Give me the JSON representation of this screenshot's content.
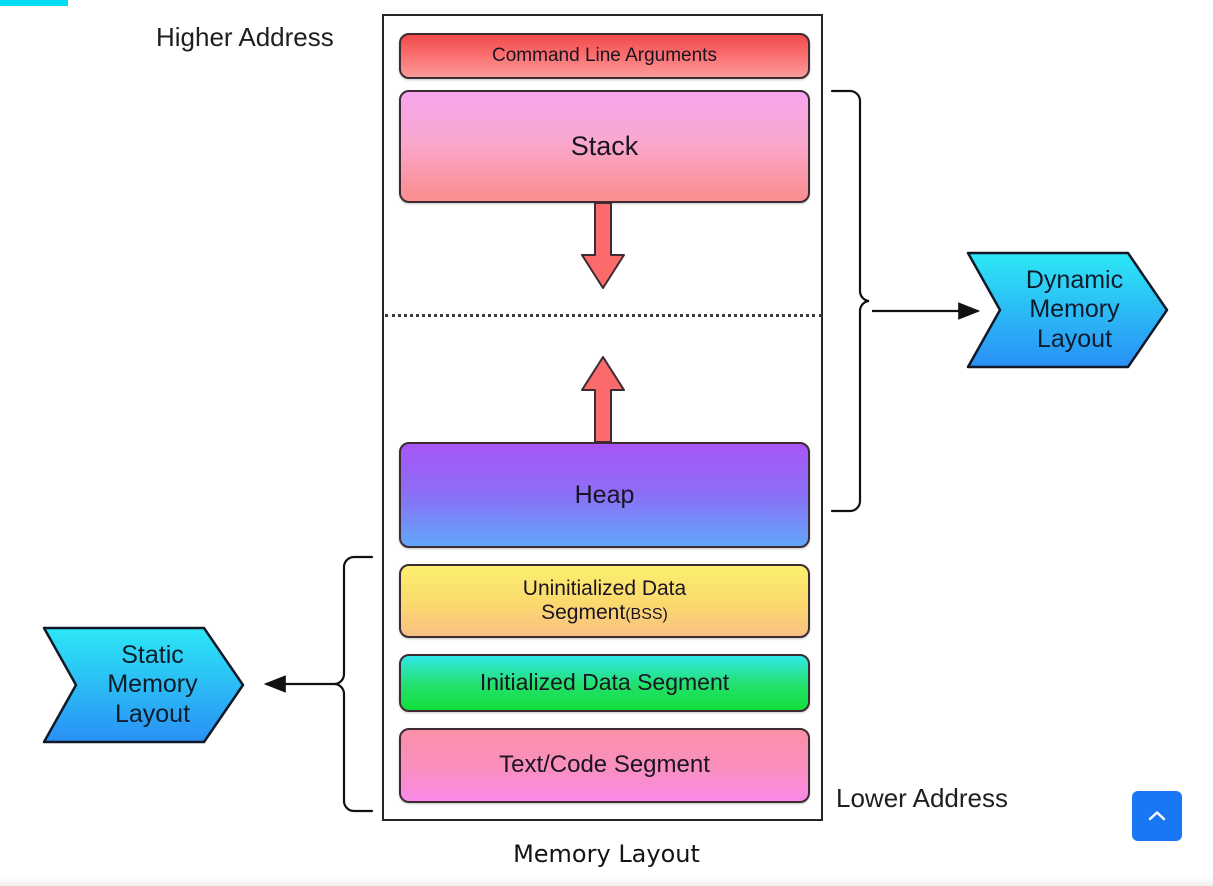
{
  "diagram": {
    "caption": "Memory Layout",
    "higher_address_label": "Higher Address",
    "lower_address_label": "Lower Address",
    "segments": [
      {
        "id": "cmdline",
        "label": "Command Line Arguments",
        "color_from": "#f04b4b",
        "color_to": "#f99c9c"
      },
      {
        "id": "stack",
        "label": "Stack",
        "color_from": "#f7a4ee",
        "color_to": "#fb8d8d"
      },
      {
        "id": "heap",
        "label": "Heap",
        "color_from": "#a855f7",
        "color_to": "#62a6fb"
      },
      {
        "id": "bss",
        "label": "Uninitialized Data",
        "label_line2": "Segment",
        "abbr": "(BSS)",
        "color_from": "#fbf06e",
        "color_to": "#f9c183"
      },
      {
        "id": "initdata",
        "label": "Initialized Data Segment",
        "color_from": "#31e8e8",
        "color_to": "#12e03c"
      },
      {
        "id": "text",
        "label": "Text/Code Segment",
        "color_from": "#fb8fa8",
        "color_to": "#f98ae8"
      }
    ],
    "callouts": [
      {
        "id": "static",
        "line1": "Static",
        "line2": "Memory",
        "line3": "Layout",
        "color_from": "#2ce8f5",
        "color_to": "#2a90f5"
      },
      {
        "id": "dynamic",
        "line1": "Dynamic",
        "line2": "Memory",
        "line3": "Layout",
        "color_from": "#2ce8f5",
        "color_to": "#2a90f5"
      }
    ],
    "arrow_down_name": "stack-grows-down-arrow",
    "arrow_up_name": "heap-grows-up-arrow",
    "arrow_color": "#fb6b6b",
    "divider_style": "dotted"
  },
  "browser": {
    "progress_color": "#03dcf5",
    "scroll_top_icon": "chevron-up-icon",
    "scroll_top_color": "#1877f2"
  }
}
